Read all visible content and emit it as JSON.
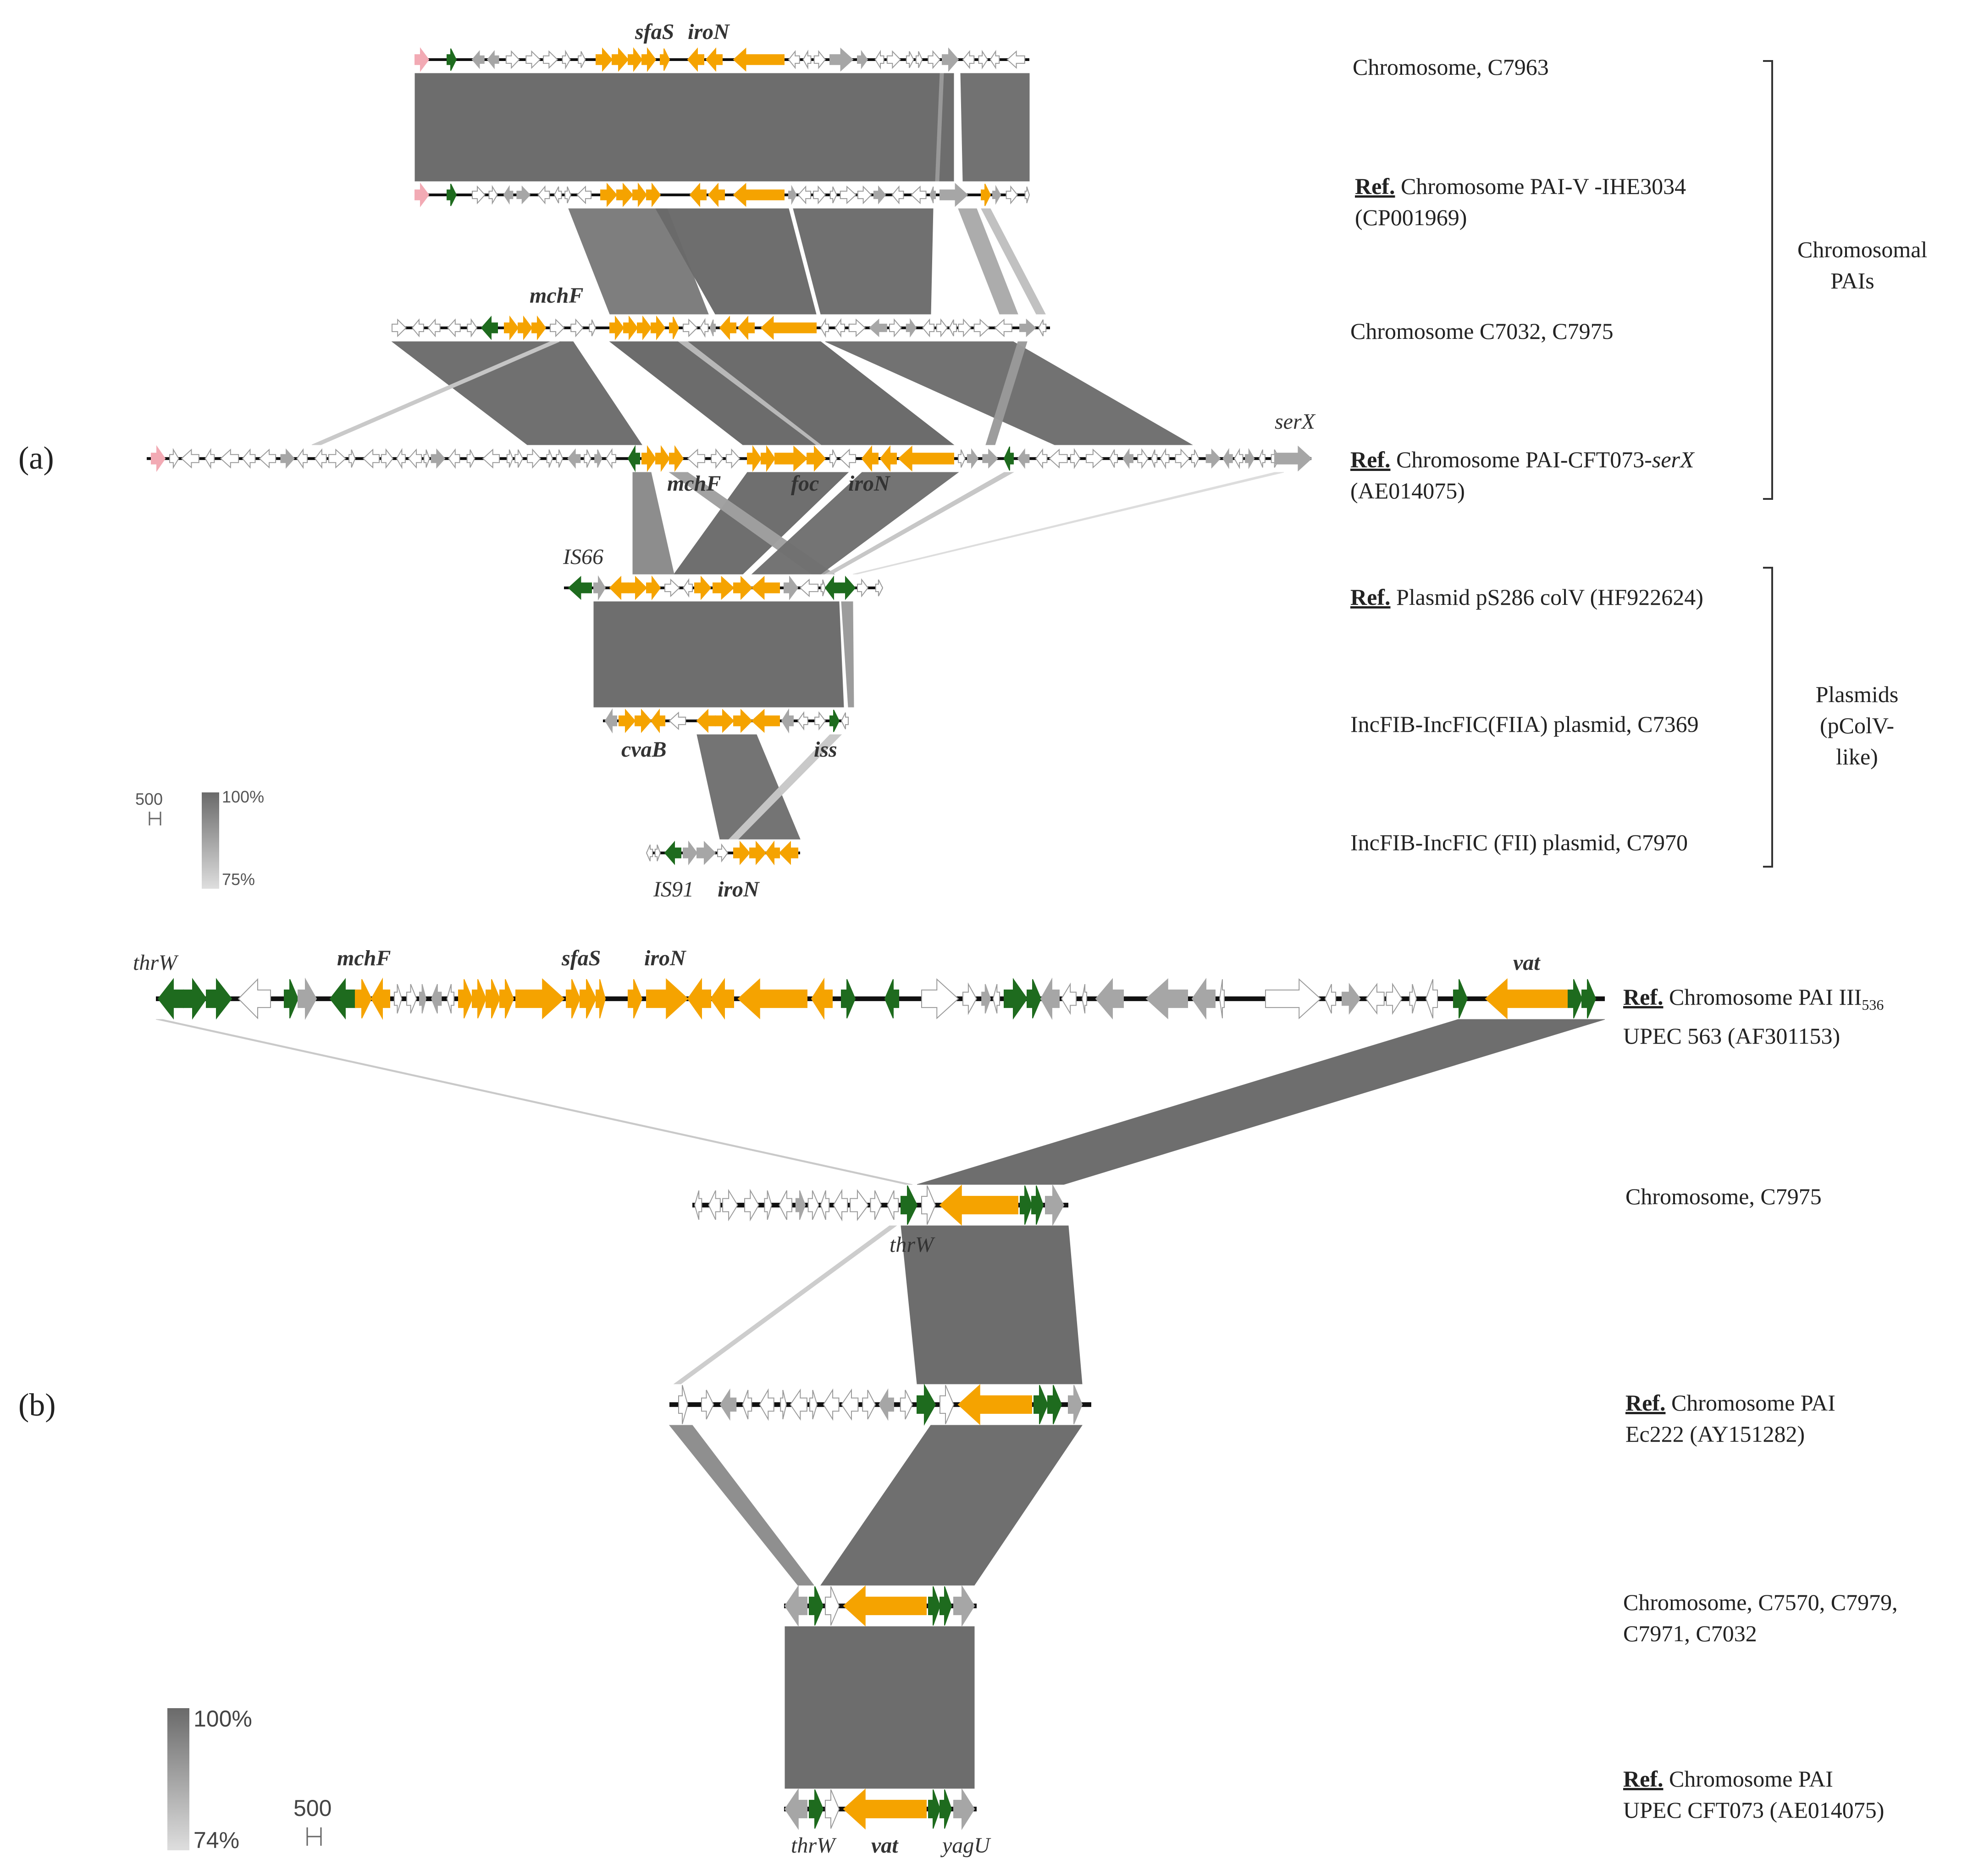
{
  "panels": {
    "a": "(a)",
    "b": "(b)"
  },
  "tracks_a": [
    {
      "id": "a1",
      "name": "Chromosome, C7963",
      "ref": false
    },
    {
      "id": "a2",
      "ref_mark": "Ref.",
      "name": "Chromosome PAI-V -IHE3034",
      "acc": "(CP001969)",
      "ref": true
    },
    {
      "id": "a3",
      "name": "Chromosome C7032, C7975",
      "ref": false
    },
    {
      "id": "a4",
      "ref_mark": "Ref.",
      "name": "Chromosome PAI-CFT073-",
      "name_it": "serX",
      "acc": "(AE014075)",
      "ref": true
    },
    {
      "id": "a5",
      "ref_mark": "Ref.",
      "name": "Plasmid pS286 colV (HF922624)",
      "ref": true
    },
    {
      "id": "a6",
      "name": "IncFIB-IncFIC(FIIA) plasmid, C7369",
      "ref": false
    },
    {
      "id": "a7",
      "name": "IncFIB-IncFIC (FII) plasmid, C7970",
      "ref": false
    }
  ],
  "groups": {
    "chromosomal": [
      "Chromosomal",
      "PAIs"
    ],
    "plasmids": [
      "Plasmids",
      "(pColV-like)"
    ]
  },
  "tracks_b": [
    {
      "id": "b1",
      "ref_mark": "Ref.",
      "name": "Chromosome PAI III",
      "sub": "536",
      "acc": "UPEC 563 (AF301153)"
    },
    {
      "id": "b2",
      "name": "Chromosome, C7975"
    },
    {
      "id": "b3",
      "ref_mark": "Ref.",
      "name": "Chromosome PAI",
      "acc": "Ec222 (AY151282)"
    },
    {
      "id": "b4",
      "name": "Chromosome, C7570, C7979,",
      "acc": "C7971, C7032"
    },
    {
      "id": "b5",
      "ref_mark": "Ref.",
      "name": "Chromosome PAI",
      "acc": "UPEC CFT073  (AE014075)"
    }
  ],
  "gene_labels_a": {
    "sfaS": "sfaS",
    "iroN_top": "iroN",
    "mchF_a3": "mchF",
    "serX": "serX",
    "mchF_a4": "mchF",
    "foc": "foc",
    "iroN_a4": "iroN",
    "IS66": "IS66",
    "cvaB": "cvaB",
    "iss": "iss",
    "IS91": "IS91",
    "iroN_a7": "iroN"
  },
  "gene_labels_b": {
    "thrW_b1": "thrW",
    "mchF_b1": "mchF",
    "sfaS_b1": "sfaS",
    "iroN_b1": "iroN",
    "vat_b1": "vat",
    "thrW_b2": "thrW",
    "thrW_b5": "thrW",
    "vat_b5": "vat",
    "yagU": "yagU"
  },
  "scale_a": {
    "bar": "500",
    "max": "100%",
    "min": "75%"
  },
  "scale_b": {
    "bar": "500",
    "max": "100%",
    "min": "74%"
  },
  "colors": {
    "orange": "#F5A300",
    "green": "#1E6B1E",
    "grey": "#A6A6A6",
    "white": "#FFFFFF",
    "link": "#6B6B6B",
    "pink": "#F2AAB4"
  }
}
